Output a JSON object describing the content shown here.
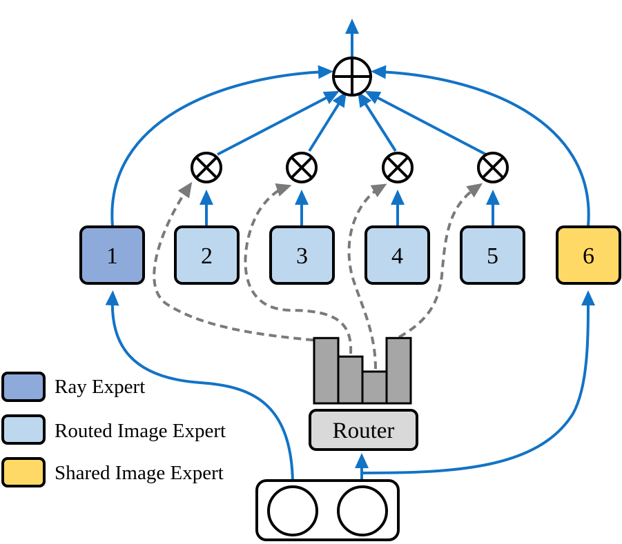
{
  "colors": {
    "flow_arrow": "#1273c6",
    "gate_arrow": "#7a7a7a",
    "ray_expert": "#8eaadb",
    "routed_expert": "#bdd7ee",
    "shared_expert": "#ffd966",
    "router_box": "#d9d9d9",
    "score_bar": "#a6a6a6"
  },
  "experts": [
    {
      "label": "1",
      "kind": "ray"
    },
    {
      "label": "2",
      "kind": "routed"
    },
    {
      "label": "3",
      "kind": "routed"
    },
    {
      "label": "4",
      "kind": "routed"
    },
    {
      "label": "5",
      "kind": "routed"
    },
    {
      "label": "6",
      "kind": "shared"
    }
  ],
  "router": {
    "label": "Router",
    "scores": [
      0.74,
      0.53,
      0.36,
      0.74
    ]
  },
  "legend": [
    {
      "label": "Ray Expert",
      "kind": "ray"
    },
    {
      "label": "Routed Image Expert",
      "kind": "routed"
    },
    {
      "label": "Shared Image Expert",
      "kind": "shared"
    }
  ],
  "symbols": {
    "sum": "plus-circle-icon",
    "gate_multiply": "times-circle-icon"
  }
}
